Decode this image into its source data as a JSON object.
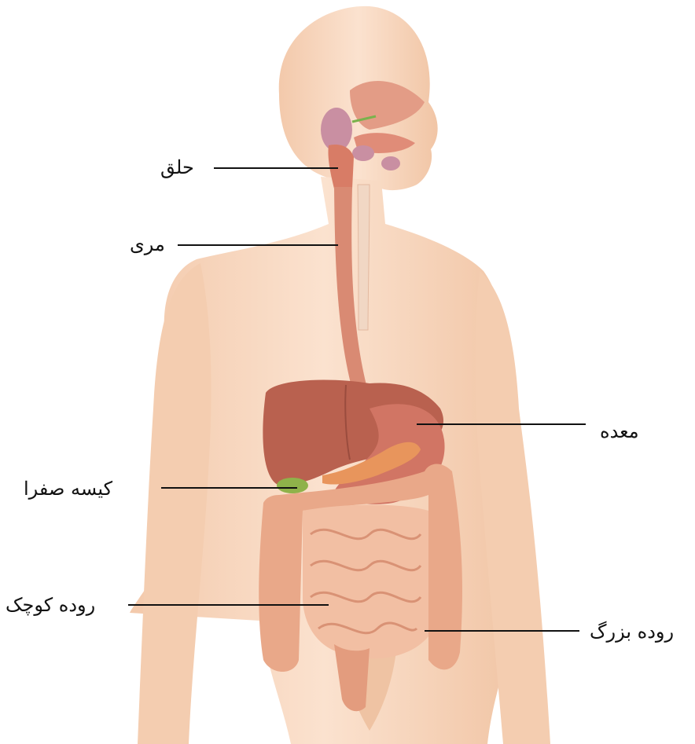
{
  "colors": {
    "skin": "#f7d7bf",
    "skin_shadow": "#eec1a1",
    "organ": "#d9826f",
    "liver": "#b9614f",
    "gallbladder": "#8fb24a",
    "intestine": "#e9a889",
    "leader_line": "#111111"
  },
  "labels": {
    "pharynx": "حلق",
    "esophagus": "مری",
    "stomach": "معده",
    "gallbladder": "کیسه صفرا",
    "small_intestine": "روده کوچک",
    "large_intestine": "روده بزرگ"
  }
}
